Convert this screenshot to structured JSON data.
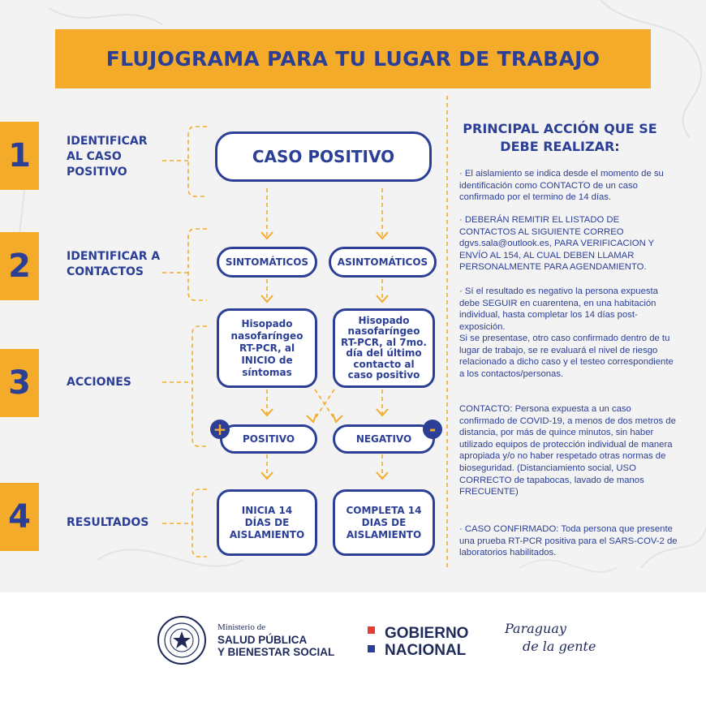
{
  "title": "FLUJOGRAMA PARA TU LUGAR DE TRABAJO",
  "steps": [
    {
      "number": "1",
      "label": "IDENTIFICAR AL CASO POSITIVO"
    },
    {
      "number": "2",
      "label": "IDENTIFICAR A CONTACTOS"
    },
    {
      "number": "3",
      "label": "ACCIONES"
    },
    {
      "number": "4",
      "label": "RESULTADOS"
    }
  ],
  "flow": {
    "caso_positivo": "CASO POSITIVO",
    "sintomaticos": "SINTOMÁTICOS",
    "asintomaticos": "ASINTOMÁTICOS",
    "hisopado_sint": "Hisopado nasofaríngeo RT-PCR, al INICIO de síntomas",
    "hisopado_asint": "Hisopado nasofaríngeo RT-PCR, al 7mo. día del último contacto al caso positivo",
    "positivo": "POSITIVO",
    "negativo": "NEGATIVO",
    "plus_sign": "+",
    "minus_sign": "-",
    "inicia": "INICIA 14 DÍAS DE AISLAMIENTO",
    "completa": "COMPLETA 14 DIAS DE AISLAMIENTO"
  },
  "right_panel": {
    "title": "PRINCIPAL ACCIÓN QUE SE DEBE REALIZAR:",
    "paragraphs": [
      "· El aislamiento se indica desde el momento de su identificación como CONTACTO de un caso confirmado por el termino de 14 días.",
      "· DEBERÁN REMITIR EL LISTADO DE CONTACTOS AL SIGUIENTE CORREO dgvs.sala@outlook.es, PARA VERIFICACION Y ENVÍO AL 154, AL CUAL DEBEN LLAMAR PERSONALMENTE PARA AGENDAMIENTO.",
      "· Sí el resultado es negativo la persona expuesta debe SEGUIR en cuarentena, en una habitación individual, hasta completar los 14 días post-exposición.",
      "Si se presentase, otro caso confirmado dentro de tu lugar de trabajo, se re evaluará el nivel de riesgo relacionado a dicho caso y el testeo correspondiente a los contactos/personas.",
      "CONTACTO: Persona expuesta a un caso confirmado de COVID-19, a menos de dos metros de distancia, por más de quince minutos, sin haber utilizado equipos de protección individual de manera apropiada y/o no haber respetado otras normas de bioseguridad. (Distanciamiento social, USO CORRECTO de tapabocas, lavado de manos FRECUENTE)",
      "· CASO CONFIRMADO: Toda persona que presente una prueba RT-PCR positiva para el SARS-COV-2 de laboratorios habilitados."
    ]
  },
  "footer": {
    "ministerio_small": "Ministerio de",
    "ministerio_line1": "SALUD PÚBLICA",
    "ministerio_line2": "Y BIENESTAR SOCIAL",
    "gobierno_line1": "GOBIERNO",
    "gobierno_line2": "NACIONAL",
    "slogan_line1": "Paraguay",
    "slogan_line2": "de la gente"
  },
  "colors": {
    "navy": "#2c3f96",
    "orange": "#f5ab2a",
    "red": "#e53d2f",
    "background": "#f3f3f3"
  }
}
